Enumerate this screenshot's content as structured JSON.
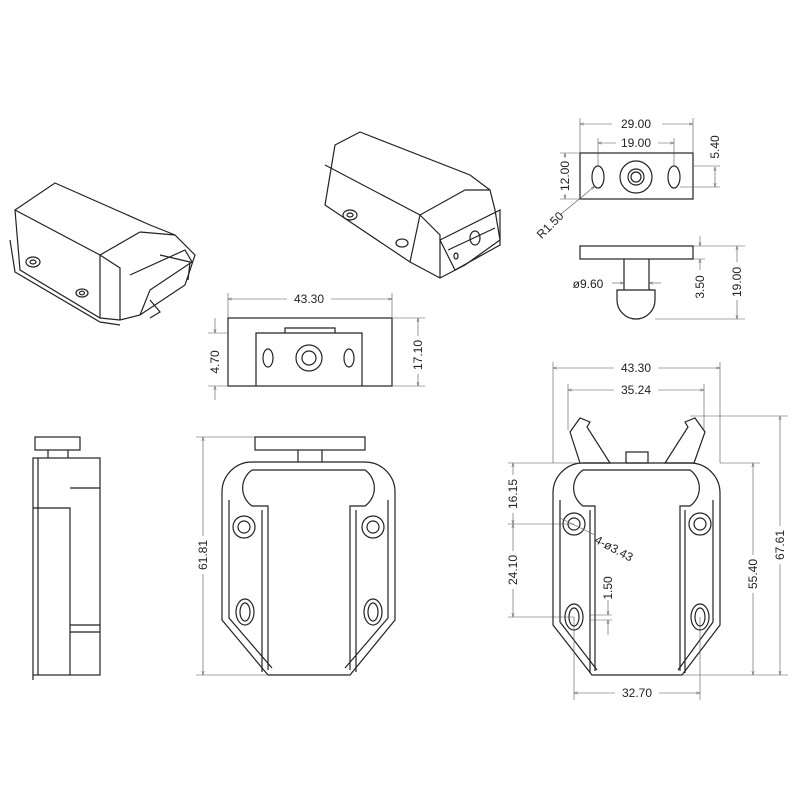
{
  "drawing": {
    "plate_view": {
      "width_overall": "29.00",
      "slot_spacing": "19.00",
      "slot_length": "5.40",
      "height": "12.00",
      "slot_radius": "R1.50"
    },
    "pin_view": {
      "diameter": "ø9.60",
      "plate_thickness": "3.50",
      "total_height": "19.00"
    },
    "top_view": {
      "width": "43.30",
      "step_height": "4.70",
      "depth": "17.10"
    },
    "front_view": {
      "height": "61.81"
    },
    "dimensioned_view": {
      "width": "43.30",
      "arm_span": "35.24",
      "hole_offset_top": "16.15",
      "hole_spacing_vertical": "24.10",
      "slot_offset": "1.50",
      "holes": "4-ø3.43",
      "body_height": "55.40",
      "overall_height": "67.61",
      "hole_spacing_horizontal": "32.70"
    }
  }
}
